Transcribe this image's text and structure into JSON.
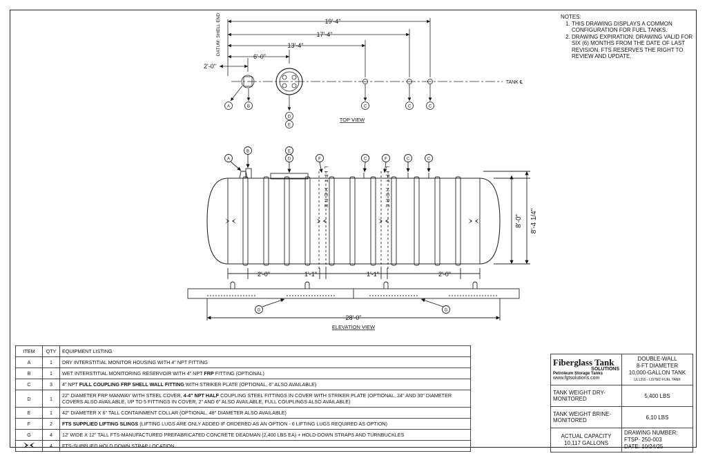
{
  "notes": {
    "heading": "NOTES:",
    "items": [
      "THIS DRAWING DISPLAYS A COMMON CONFIGURATION FOR FUEL TANKS.",
      "DRAWING EXPIRATION: DRAWING VALID FOR SIX (6) MONTHS FROM THE DATE OF LAST REVISION. FTS RESERVES THE RIGHT TO REVIEW AND UPDATE."
    ]
  },
  "top_view": {
    "title": "TOP VIEW",
    "datum_label": "DATUM: SHELL END",
    "tank_label": "TANK ℄",
    "dims": [
      "19'-4\"",
      "17'-4\"",
      "13'-4\"",
      "6'-0\"",
      "2'-0\""
    ],
    "callouts": [
      "A",
      "B",
      "D",
      "E",
      "C",
      "C",
      "C"
    ]
  },
  "elevation_view": {
    "title": "ELEVATION VIEW",
    "lift_text": "LIFT HERE",
    "callouts_top": [
      "A",
      "B",
      "E",
      "D",
      "F",
      "C",
      "F",
      "C",
      "C"
    ],
    "callouts_bottom": [
      "G",
      "G"
    ],
    "dims_bottom": [
      "2'-0\"",
      "1'-1\"",
      "1'-1\"",
      "2'-0\""
    ],
    "overall_length": "28'-0\"",
    "height_dims": [
      "8'-0\"",
      "8'-4 1/4\""
    ]
  },
  "equipment_table": {
    "headers": [
      "ITEM",
      "QTY",
      "EQUIPMENT LISTING"
    ],
    "rows": [
      {
        "item": "A",
        "qty": "1",
        "text": "DRY INTERSTITIAL MONITOR HOUSING WITH 4\" NPT FITTING"
      },
      {
        "item": "B",
        "qty": "1",
        "pre": "WET INTERSTITIAL MONITORING RESERVOIR WITH 4\" NPT ",
        "bold": "FRP",
        "post": " FITTING (OPTIONAL)"
      },
      {
        "item": "C",
        "qty": "3",
        "pre": "4\" NPT ",
        "bold": "FULL COUPLING FRP SHELL WALL FITTING",
        "post": " WITH STRIKER PLATE (OPTIONAL, 6\" ALSO AVAILABLE)"
      },
      {
        "item": "D",
        "qty": "1",
        "pre": "22\" DIAMETER FRP MANWAY WITH STEEL COVER, ",
        "bold": "4-4\" NPT HALF",
        "post": " COUPLING STEEL FITTINGS IN COVER WITH STRIKER PLATE (OPTIONAL, 24\" AND 30\" DIAMETER COVERS ALSO AVAILABLE, UP TO 5 FITTINGS IN COVER, 2\" AND 6\" ALSO AVAILABLE, FULL COUPLINGS ALSO AVAILABLE)"
      },
      {
        "item": "E",
        "qty": "1",
        "text": "42\" DIAMETER X 6\" TALL CONTAINMENT COLLAR (OPTIONAL, 48\" DIAMETER ALSO AVAILABLE)"
      },
      {
        "item": "F",
        "qty": "2",
        "bold": "FTS SUPPLIED LIFTING SLINGS",
        "post": " (LIFTING LUGS ARE ONLY ADDED IF ORDERED AS AN OPTION - 6 LIFTING LUGS REQUIRED AS OPTION)"
      },
      {
        "item": "G",
        "qty": "4",
        "text": "12' WIDE X 12\" TALL FTS-MANUFACTURED PREFABRICATED CONCRETE DEADMAN (2,400 LBS EA) + HOLD-DOWN STRAPS AND TURNBUCKLES"
      },
      {
        "item": "",
        "qty": "4",
        "text": "FTS-SUPPLIED HOLD DOWN STRAP LOCATION"
      }
    ]
  },
  "title_block": {
    "brand": "Fiberglass Tank",
    "brand_sub": "SOLUTIONS",
    "brand_line": "Petroleum Storage Tanks",
    "url": "www.fgtsolutions.com",
    "desc": [
      "DOUBLE-WALL",
      "8-FT DIAMETER",
      "10,000-GALLON TANK"
    ],
    "listing": "UL1316 - LISTED FUEL TANK",
    "dry_label": "TANK WEIGHT DRY-MONITORED",
    "dry_value": "5,400 LBS",
    "brine_label": "TANK WEIGHT BRINE-MONITORED",
    "brine_value": "6,10 LBS",
    "capacity_label": "ACTUAL CAPACITY",
    "capacity_value": "10,117 GALLONS",
    "drawing_number": "DRAWING NUMBER:",
    "drawing_id": "FTSP- 250-003",
    "date": "DATE: 10/24/25"
  }
}
